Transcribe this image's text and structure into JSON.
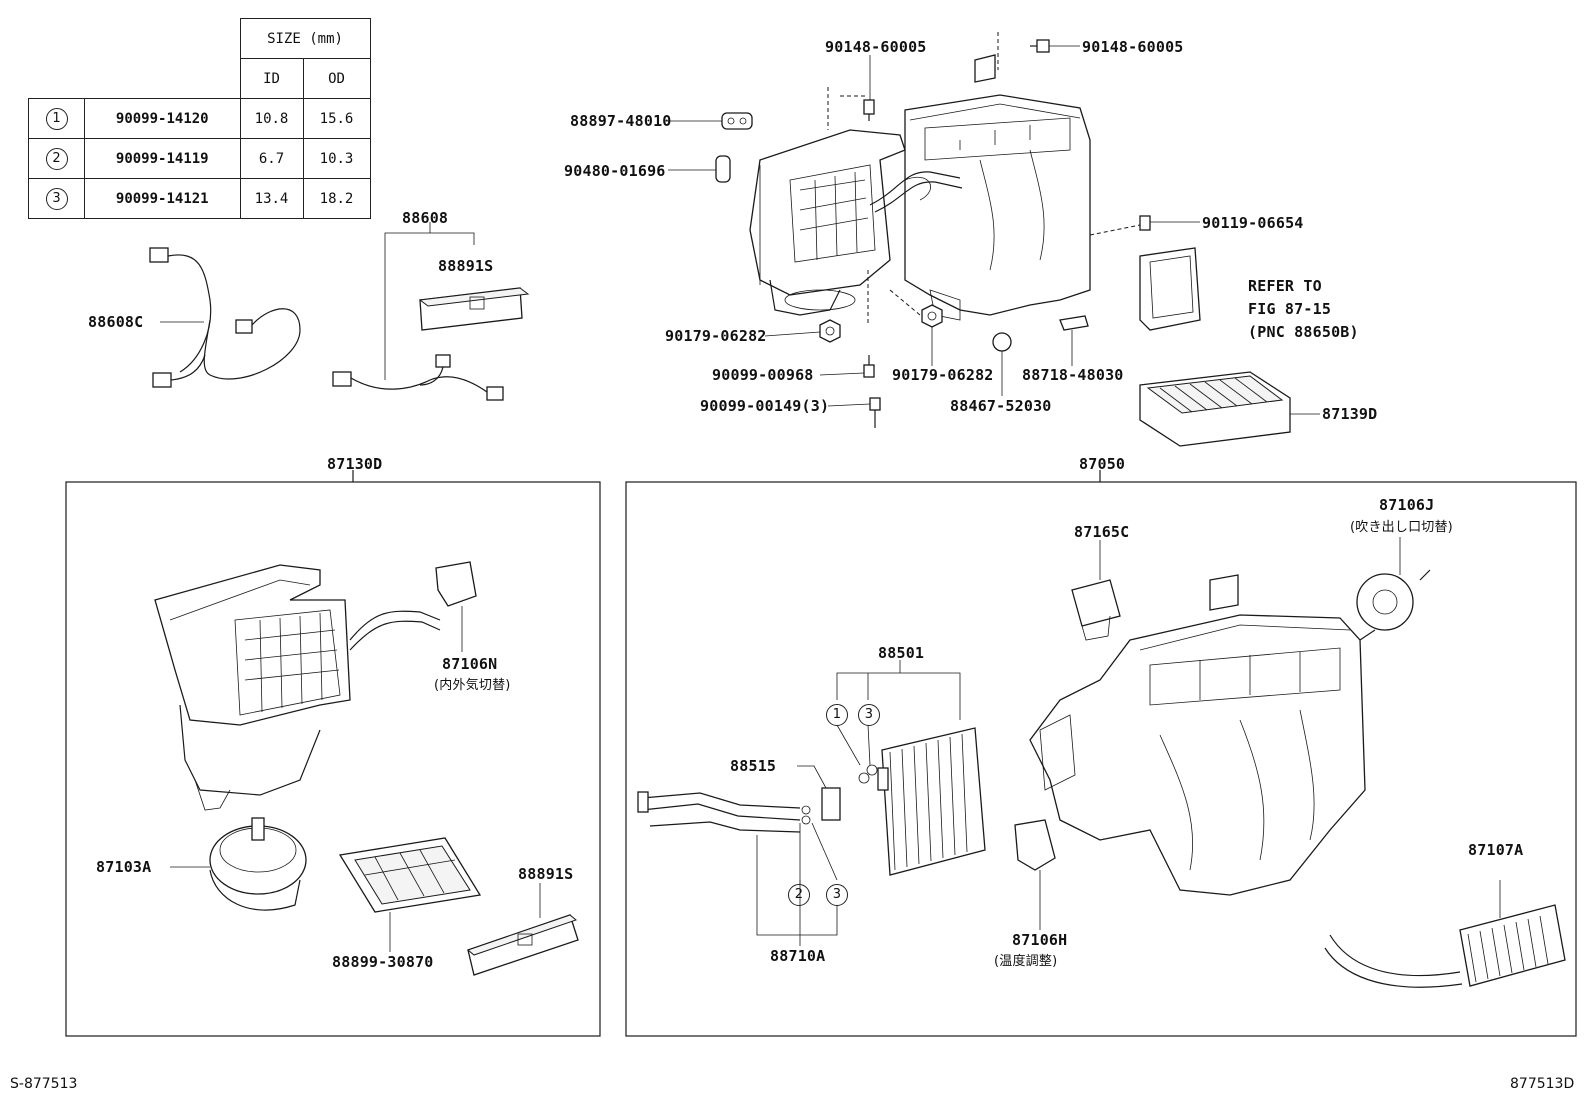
{
  "size_table": {
    "header": "SIZE (mm)",
    "col_id": "ID",
    "col_od": "OD",
    "rows": [
      {
        "mark": "1",
        "part": "90099-14120",
        "id": "10.8",
        "od": "15.6"
      },
      {
        "mark": "2",
        "part": "90099-14119",
        "id": "6.7",
        "od": "10.3"
      },
      {
        "mark": "3",
        "part": "90099-14121",
        "id": "13.4",
        "od": "18.2"
      }
    ]
  },
  "labels": {
    "p88608": "88608",
    "p88891S_top": "88891S",
    "p88608C": "88608C",
    "p90148_a": "90148-60005",
    "p90148_b": "90148-60005",
    "p88897": "88897-48010",
    "p90480": "90480-01696",
    "p90119": "90119-06654",
    "refer1": "REFER TO",
    "refer2": "FIG 87-15",
    "refer3": "(PNC 88650B)",
    "p90179_a": "90179-06282",
    "p90099_968": "90099-00968",
    "p90179_b": "90179-06282",
    "p88718": "88718-48030",
    "p90099_149": "90099-00149(3)",
    "p88467": "88467-52030",
    "p87139D": "87139D",
    "p87130D": "87130D",
    "p87050": "87050",
    "p87106N": "87106N",
    "p87106N_jp": "(内外気切替)",
    "p87103A": "87103A",
    "p88891S_bot": "88891S",
    "p88899": "88899-30870",
    "p87165C": "87165C",
    "p87106J": "87106J",
    "p87106J_jp": "(吹き出し口切替)",
    "p88501": "88501",
    "p88515": "88515",
    "p88710A": "88710A",
    "p87106H": "87106H",
    "p87106H_jp": "(温度調整)",
    "p87107A": "87107A",
    "m1": "1",
    "m3a": "3",
    "m2": "2",
    "m3b": "3"
  },
  "footer": {
    "left": "S-877513",
    "right": "877513D"
  }
}
